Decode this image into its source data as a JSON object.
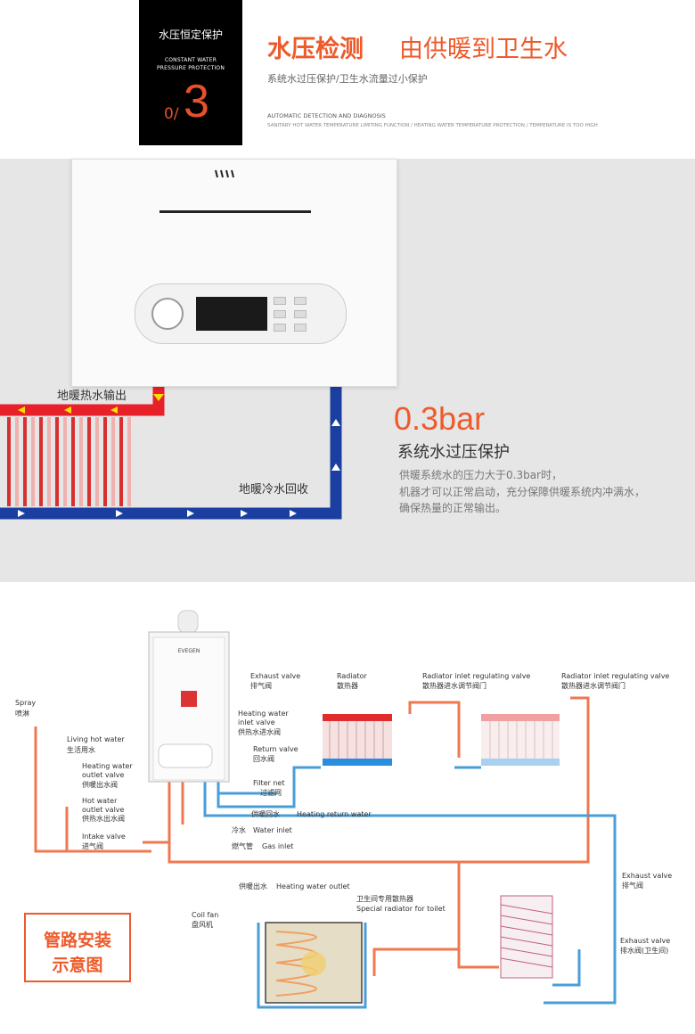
{
  "header": {
    "badge_title": "水压恒定保护",
    "badge_en_1": "CONSTANT WATER",
    "badge_en_2": "PRESSURE PROTECTION",
    "badge_prefix": "0/",
    "badge_number": "3",
    "title_main": "水压检测",
    "title_sub": "由供暖到卫生水",
    "subtitle_cn": "系统水过压保护/卫生水流量过小保护",
    "subtitle_en_1": "AUTOMATIC DETECTION AND DIAGNOSIS",
    "subtitle_en_2": "SANITARY HOT WATER TEMPERATURE LIMITING FUNCTION / HEATING WATER TEMPERATURE PROTECTION / TEMPERATURE IS TOO HIGH"
  },
  "pressure_section": {
    "value": "0.3bar",
    "title": "系统水过压保护",
    "desc_1": "供暖系统水的压力大于0.3bar时，",
    "desc_2": "机器才可以正常启动，充分保障供暖系统内冲满水，",
    "desc_3": "确保热量的正常输出。",
    "hot_output_label": "地暖热水输出",
    "cold_return_label": "地暖冷水回收"
  },
  "colors": {
    "accent": "#ee5a2a",
    "hot_pipe": "#e8202a",
    "cold_pipe": "#1a3fa0",
    "diagram_hot": "#f07850",
    "diagram_cold": "#4a9ed8"
  },
  "install_diagram": {
    "box_line_1": "管路安装",
    "box_line_2": "示意图",
    "boiler_brand": "EVEGEN",
    "labels": {
      "spray_en": "Spray",
      "spray_cn": "喷淋",
      "living_hot_en": "Living hot water",
      "living_hot_cn": "生活用水",
      "heating_outlet_valve_en_1": "Heating water",
      "heating_outlet_valve_en_2": "outlet valve",
      "heating_outlet_valve_cn": "供暖出水阀",
      "hot_outlet_valve_en_1": "Hot water",
      "hot_outlet_valve_en_2": "outlet valve",
      "hot_outlet_valve_cn": "供热水出水阀",
      "intake_valve_en": "Intake valve",
      "intake_valve_cn": "进气阀",
      "exhaust_valve_en": "Exhaust valve",
      "exhaust_valve_cn": "排气阀",
      "radiator_en": "Radiator",
      "radiator_cn": "散热器",
      "radiator_inlet_en_1": "Radiator inlet regulating valve",
      "radiator_inlet_cn_1": "散热器进水调节阀门",
      "radiator_inlet_en_2": "Radiator inlet regulating valve",
      "radiator_inlet_cn_2": "散热器进水调节阀门",
      "heating_inlet_valve_en_1": "Heating water",
      "heating_inlet_valve_en_2": "inlet valve",
      "heating_inlet_valve_cn": "供热水进水阀",
      "return_valve_en": "Return valve",
      "return_valve_cn": "回水阀",
      "filter_en": "Filter net",
      "filter_cn": "过滤网",
      "heating_return_cn": "供暖回水",
      "heating_return_en": "Heating return water",
      "water_inlet_cn": "冷水",
      "water_inlet_en": "Water inlet",
      "gas_inlet_cn": "燃气管",
      "gas_inlet_en": "Gas inlet",
      "heating_outlet_cn": "供暖出水",
      "heating_outlet_en": "Heating water outlet",
      "special_radiator_cn": "卫生间专用散热器",
      "special_radiator_en": "Special radiator for toilet",
      "coil_fan_en": "Coil fan",
      "coil_fan_cn": "盘风机",
      "exhaust_valve_en_2": "Exhaust valve",
      "exhaust_valve_cn_2": "排气阀",
      "exhaust_valve_en_3": "Exhaust valve",
      "exhaust_valve_cn_3": "排水阀(卫生间)"
    }
  }
}
